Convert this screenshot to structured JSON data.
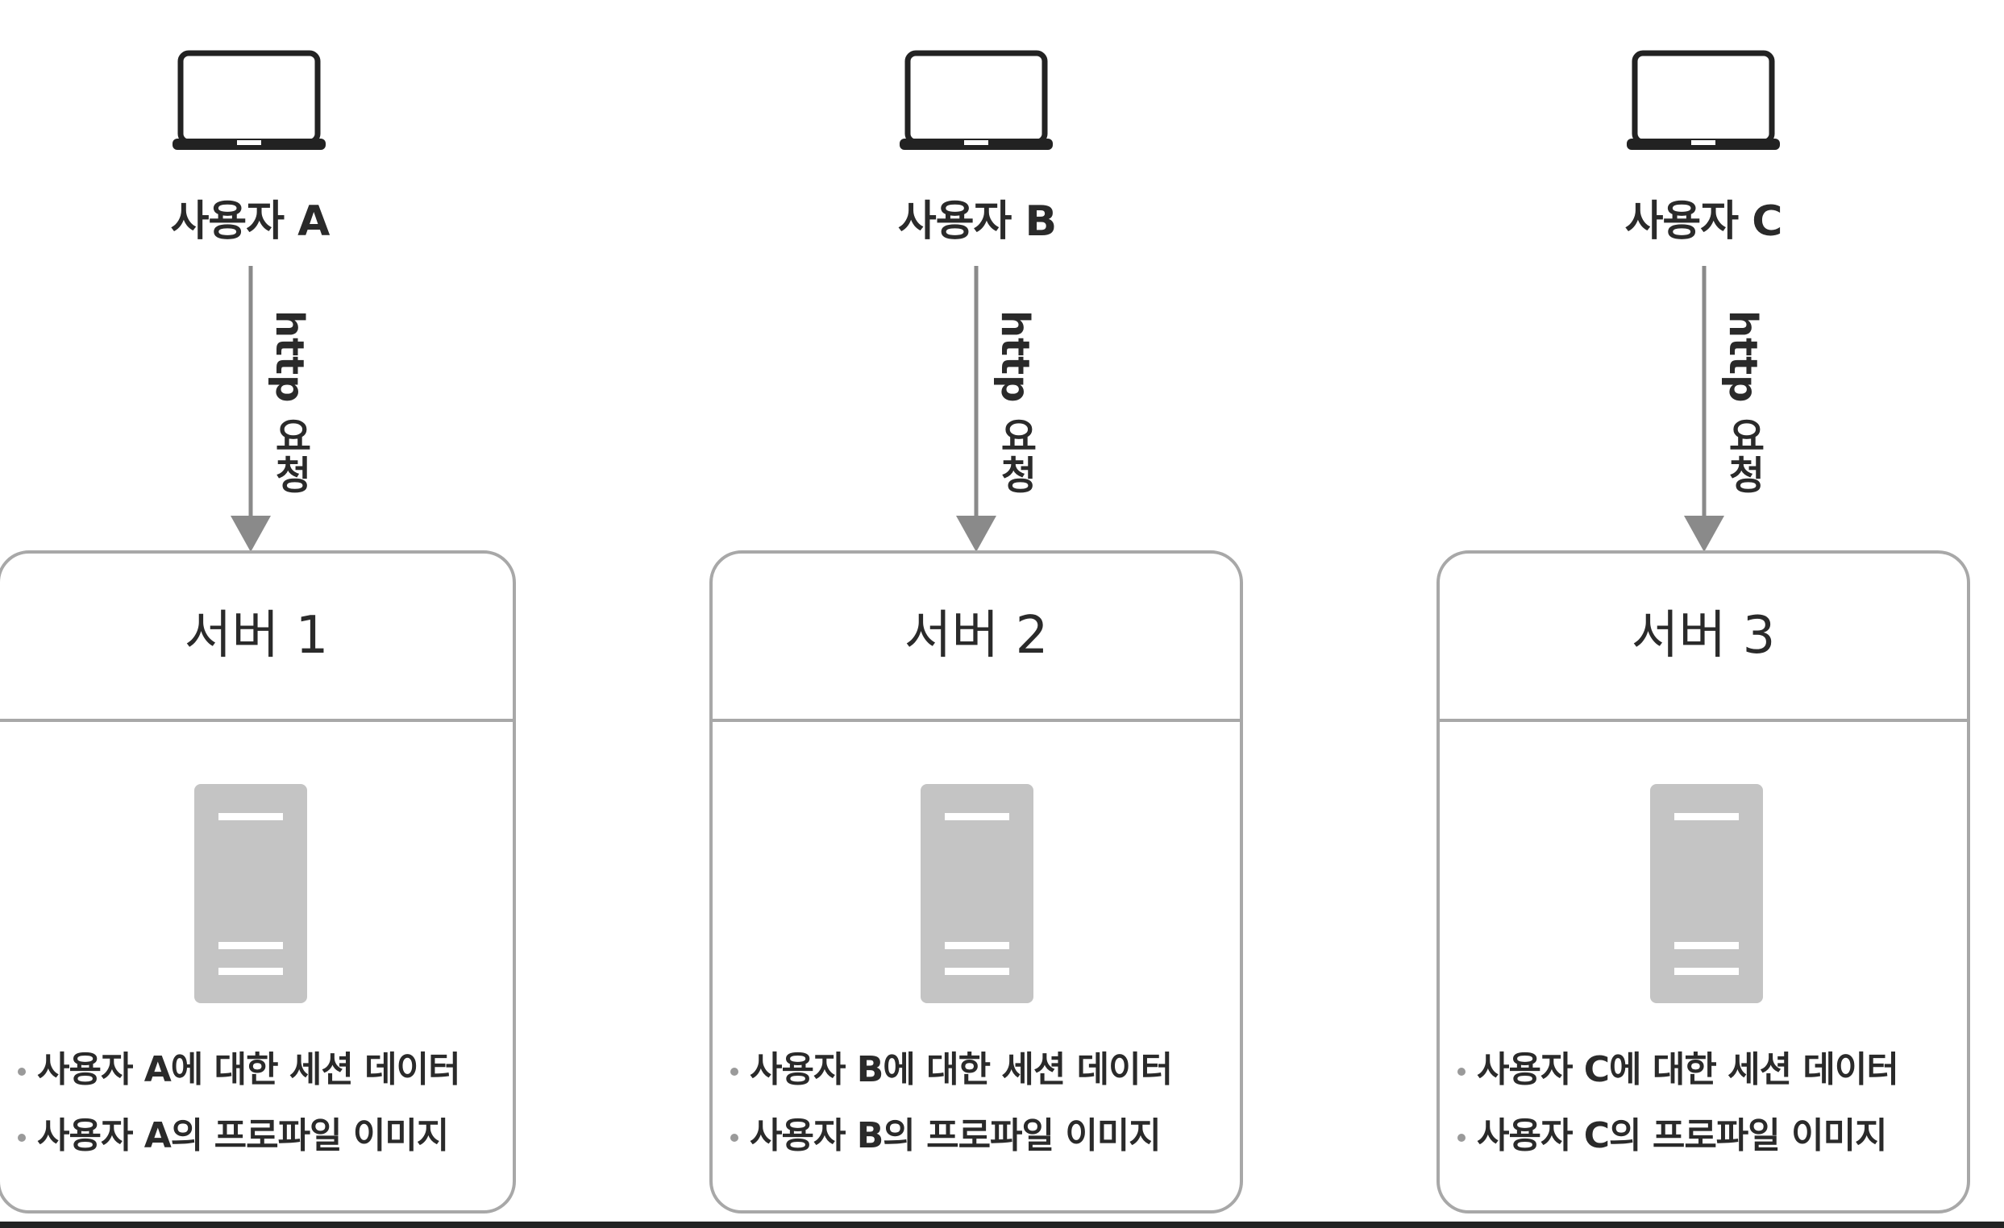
{
  "columns": [
    {
      "user_label": "사용자 A",
      "arrow_label": "http 요청",
      "server_title": "서버 1",
      "items": [
        "사용자 A에 대한 세션 데이터",
        "사용자 A의 프로파일 이미지"
      ]
    },
    {
      "user_label": "사용자 B",
      "arrow_label": "http 요청",
      "server_title": "서버 2",
      "items": [
        "사용자 B에 대한 세션 데이터",
        "사용자 B의 프로파일 이미지"
      ]
    },
    {
      "user_label": "사용자 C",
      "arrow_label": "http 요청",
      "server_title": "서버 3",
      "items": [
        "사용자 C에 대한 세션 데이터",
        "사용자 C의 프로파일 이미지"
      ]
    }
  ],
  "colors": {
    "box_border": "#a8a8a8",
    "server_fill": "#c4c4c4",
    "arrow": "#8a8a8a",
    "laptop": "#222222"
  },
  "icons": {
    "device": "laptop-icon",
    "server": "server-icon"
  }
}
